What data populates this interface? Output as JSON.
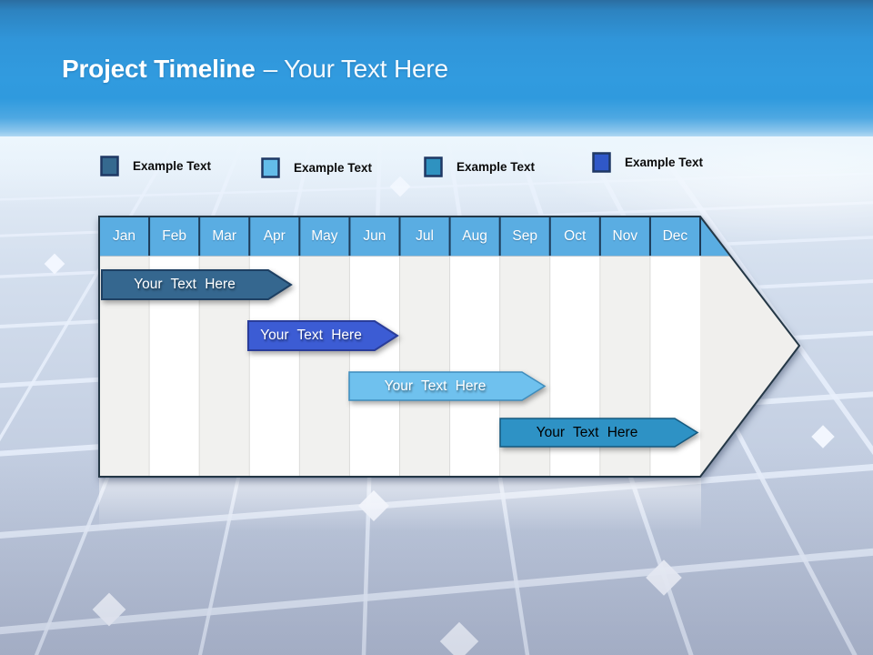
{
  "slide": {
    "title": {
      "primary": "Project Timeline",
      "separator": "–",
      "secondary": "Your Text Here"
    },
    "legend": [
      {
        "label": "Example Text",
        "color": "#35698F"
      },
      {
        "label": "Example Text",
        "color": "#63BCE9"
      },
      {
        "label": "Example Text",
        "color": "#2F92C0"
      },
      {
        "label": "Example Text",
        "color": "#3058C8"
      }
    ],
    "timeline": {
      "months": [
        "Jan",
        "Feb",
        "Mar",
        "Apr",
        "May",
        "Jun",
        "Jul",
        "Aug",
        "Sep",
        "Oct",
        "Nov",
        "Dec"
      ],
      "colors": {
        "header": "#5AADE2",
        "header_border": "#1C3A57",
        "stripe": "#F1F1EF",
        "body": "#FFFFFF",
        "outline": "#243746"
      },
      "bars": [
        {
          "label": "Your Text Here",
          "color": "#35678F",
          "border": "#1E4063",
          "text_color": "#FFFFFF",
          "start_month": "Jan",
          "end_month": "Apr"
        },
        {
          "label": "Your Text Here",
          "color": "#3C5CD4",
          "border": "#2A3D9A",
          "text_color": "#FFFFFF",
          "start_month": "Apr",
          "end_month": "Jun"
        },
        {
          "label": "Your Text Here",
          "color": "#6FC1EE",
          "border": "#3F8DBD",
          "text_color": "#FFFFFF",
          "start_month": "Jun",
          "end_month": "Sep"
        },
        {
          "label": "Your Text Here",
          "color": "#2E92C5",
          "border": "#14597F",
          "text_color": "#000000",
          "start_month": "Sep",
          "end_month": "Dec"
        }
      ]
    }
  }
}
